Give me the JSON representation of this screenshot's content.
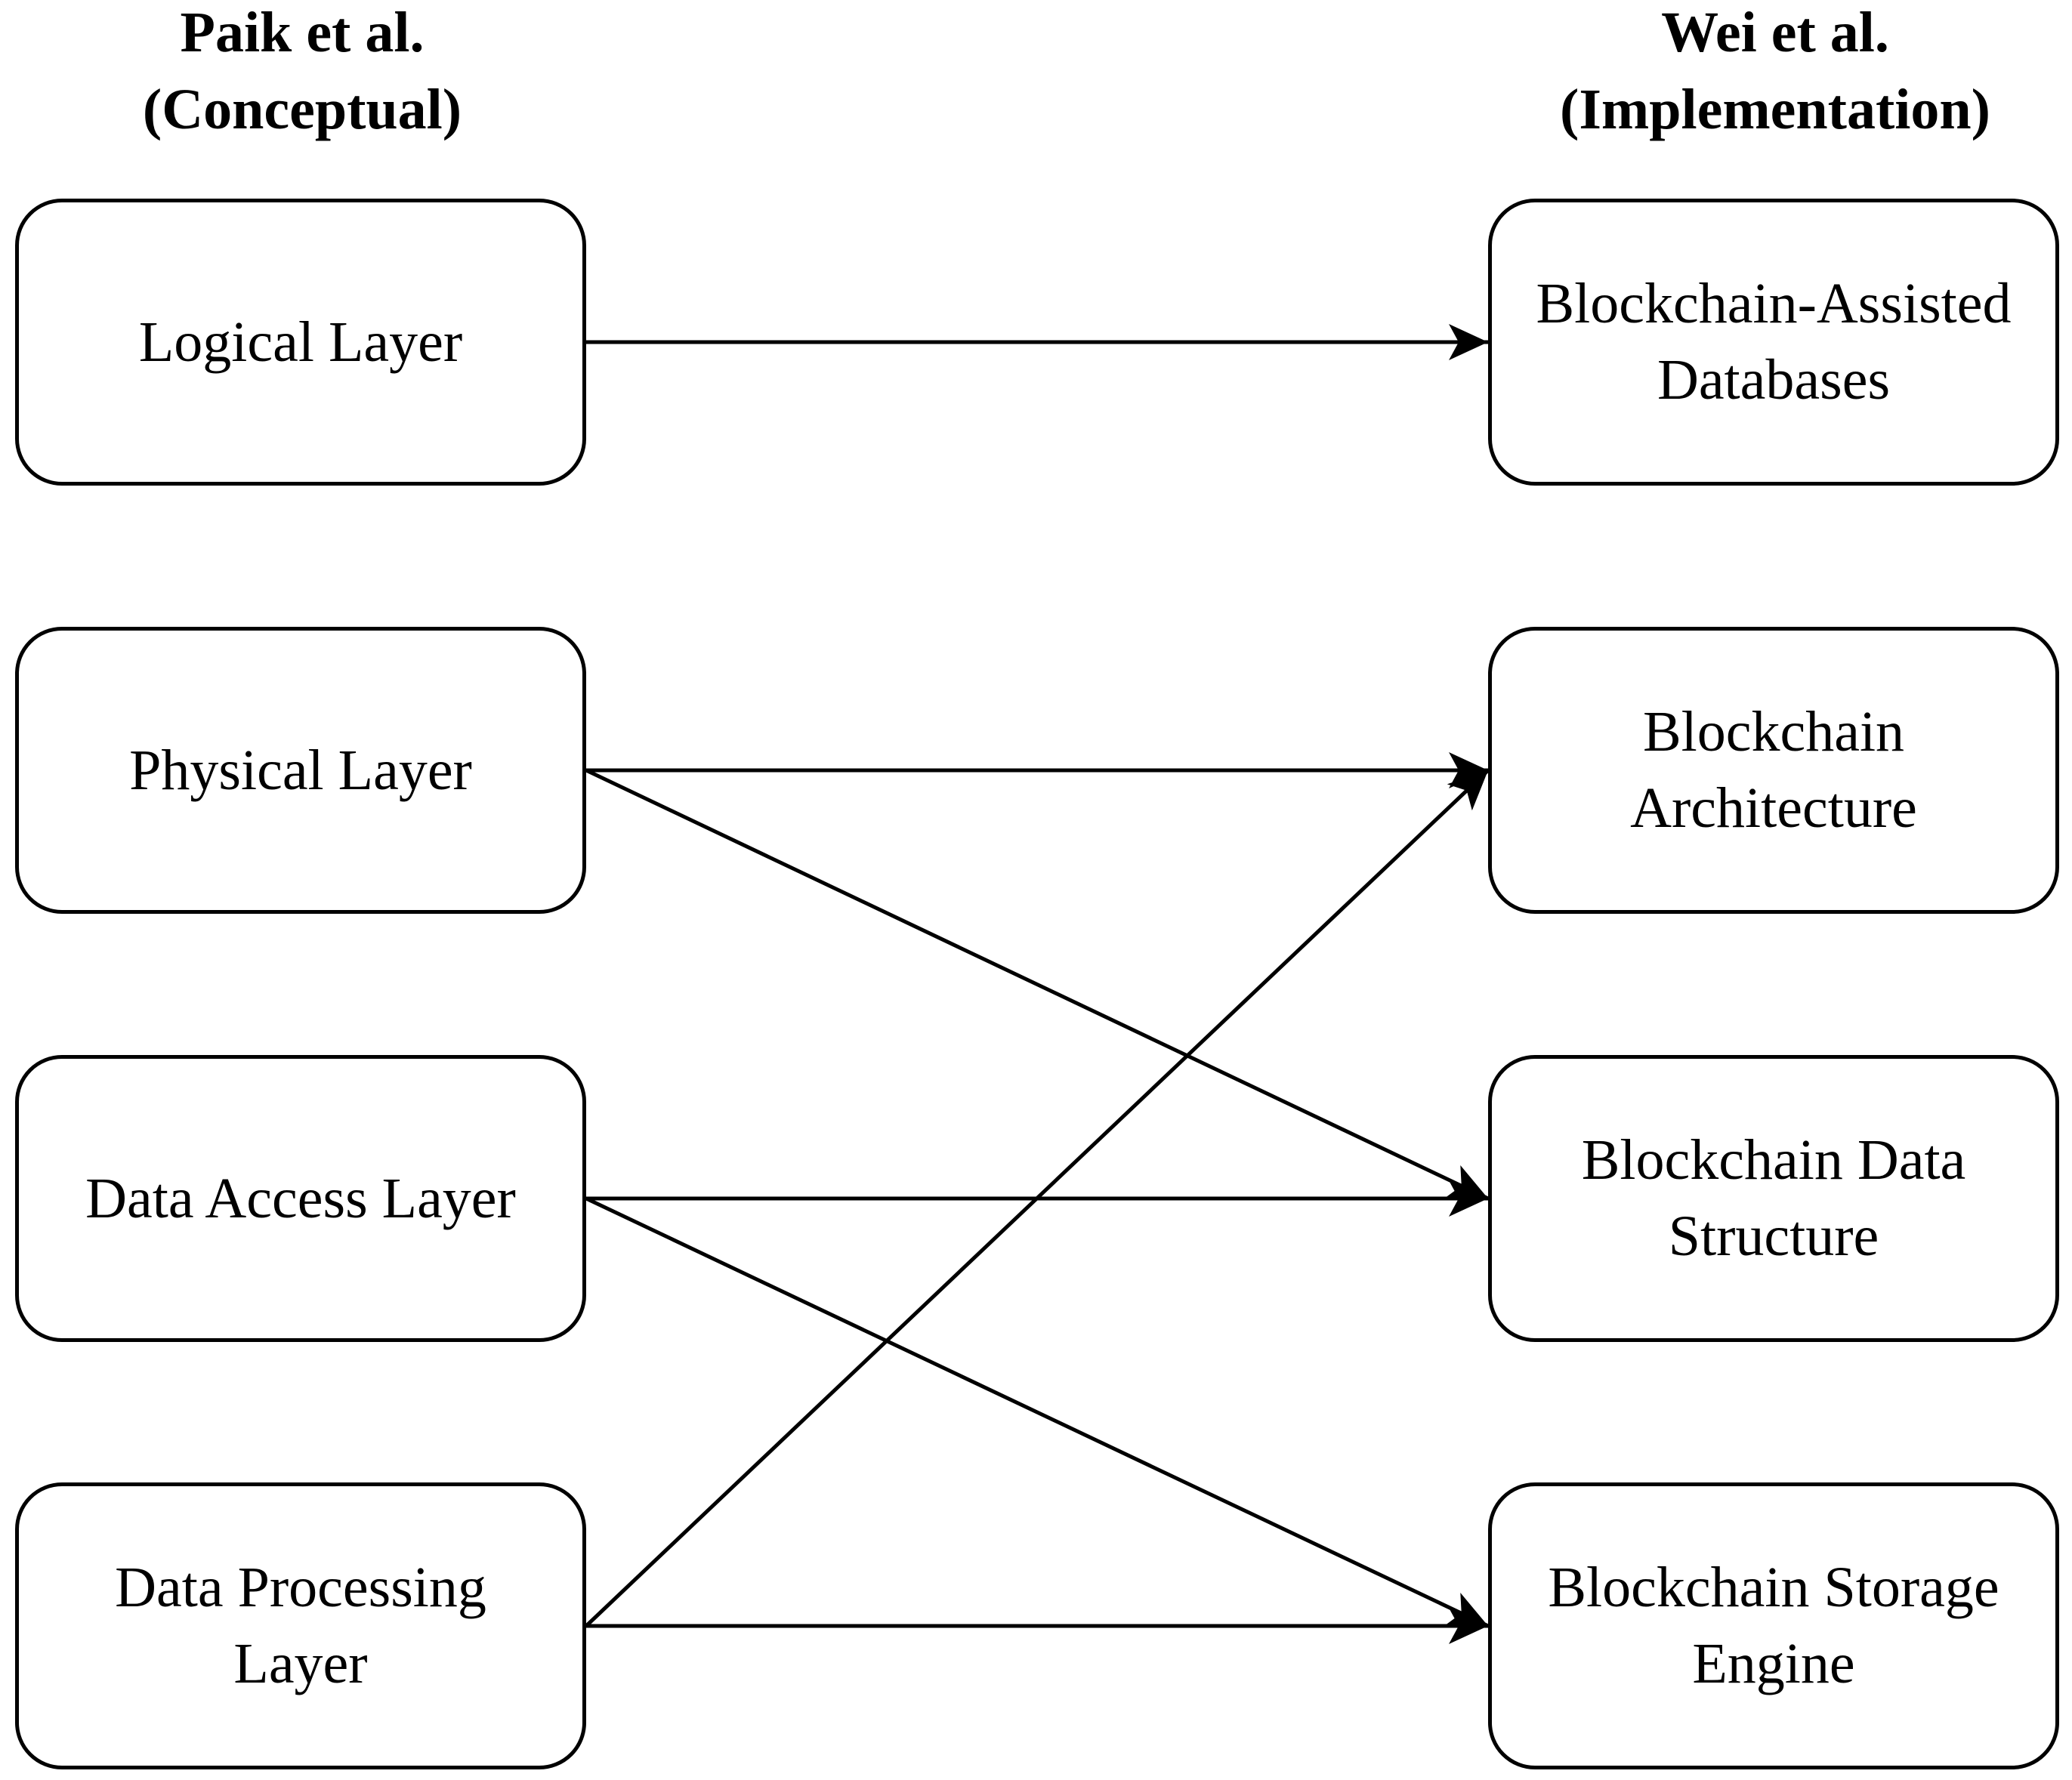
{
  "titles": {
    "left": {
      "line1": "Paik et al.",
      "line2": "(Conceptual)"
    },
    "right": {
      "line1": "Wei et al.",
      "line2": "(Implementation)"
    }
  },
  "left_nodes": [
    {
      "id": "logical",
      "lines": [
        "Logical Layer"
      ]
    },
    {
      "id": "physical",
      "lines": [
        "Physical Layer"
      ]
    },
    {
      "id": "access",
      "lines": [
        "Data Access Layer"
      ]
    },
    {
      "id": "processing",
      "lines": [
        "Data Processing",
        "Layer"
      ]
    }
  ],
  "right_nodes": [
    {
      "id": "assisted",
      "lines": [
        "Blockchain-Assisted",
        "Databases"
      ]
    },
    {
      "id": "architecture",
      "lines": [
        "Blockchain",
        "Architecture"
      ]
    },
    {
      "id": "datastruct",
      "lines": [
        "Blockchain Data",
        "Structure"
      ]
    },
    {
      "id": "storage",
      "lines": [
        "Blockchain Storage",
        "Engine"
      ]
    }
  ],
  "edges": [
    {
      "from": "logical",
      "to": "assisted"
    },
    {
      "from": "physical",
      "to": "architecture"
    },
    {
      "from": "physical",
      "to": "datastruct"
    },
    {
      "from": "access",
      "to": "datastruct"
    },
    {
      "from": "access",
      "to": "storage"
    },
    {
      "from": "processing",
      "to": "architecture"
    },
    {
      "from": "processing",
      "to": "storage"
    }
  ],
  "colors": {
    "stroke": "#000000",
    "background": "#ffffff"
  }
}
